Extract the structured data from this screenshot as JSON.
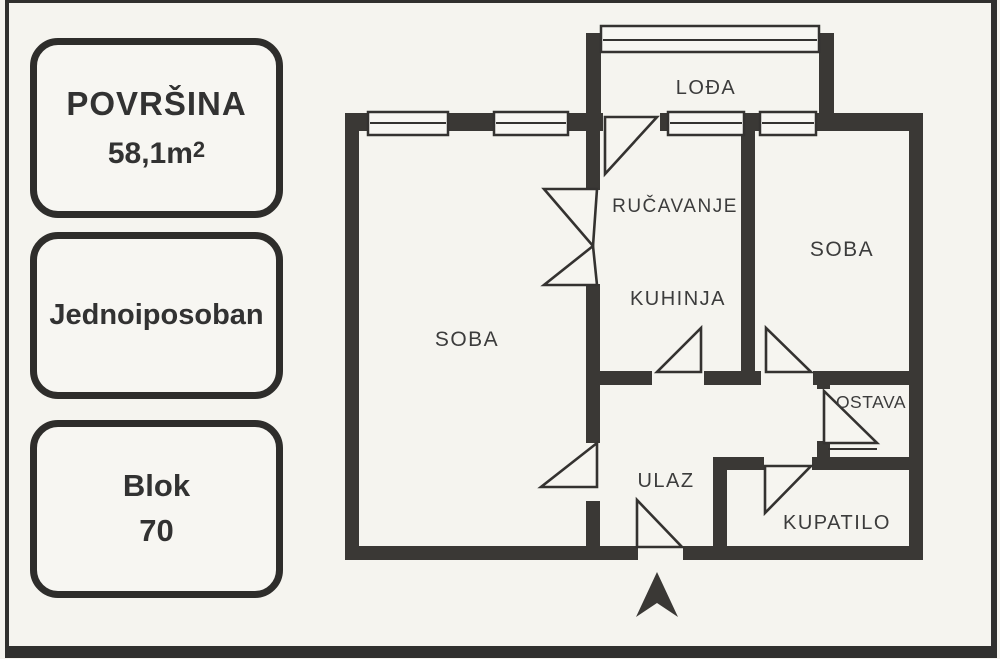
{
  "info_panel": {
    "area_box": {
      "title": "POVRŠINA",
      "value": "58,1m",
      "value_sup": "2"
    },
    "type_box": {
      "label": "Jednoiposoban"
    },
    "block_box": {
      "line1": "Blok",
      "line2": "70"
    }
  },
  "floor_plan": {
    "rooms": {
      "lodja": "LOĐA",
      "rucavanje": "RUČAVANJE",
      "kuhinja": "KUHINJA",
      "soba_left": "SOBA",
      "soba_right": "SOBA",
      "ostava": "OSTAVA",
      "ulaz": "ULAZ",
      "kupatilo": "KUPATILO"
    },
    "icons": {
      "north_arrow": "north-arrow"
    },
    "colors": {
      "wall": "#3a3835",
      "paper": "#f5f4ef",
      "ink": "#3c3c3c"
    }
  }
}
